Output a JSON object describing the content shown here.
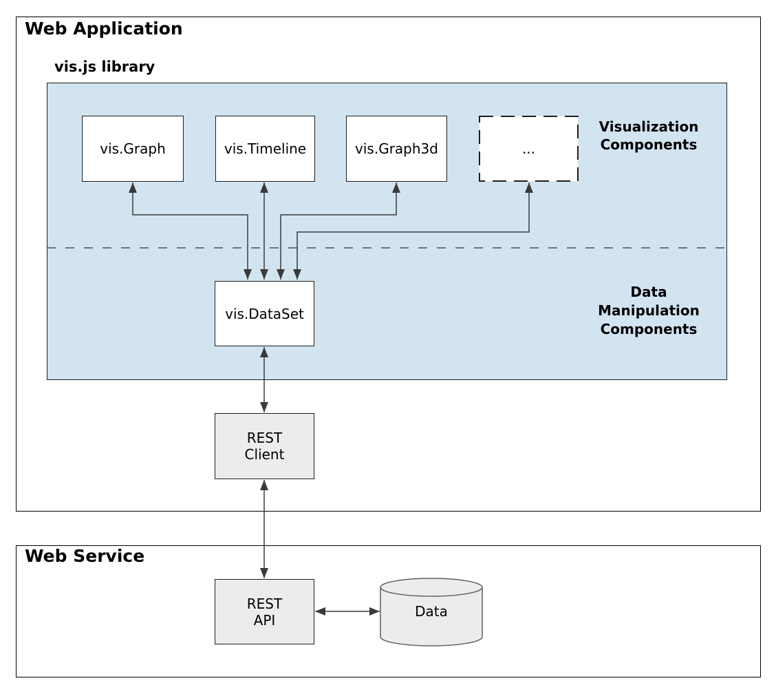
{
  "colors": {
    "panel-blue": "#d3e4f1",
    "box-gray": "#ececec",
    "box-white": "#ffffff",
    "line": "#3a3a3a",
    "border": "#1d1d1d",
    "text": "#000000"
  },
  "web_application": {
    "title": "Web Application",
    "visjs": {
      "title": "vis.js library",
      "component_boxes": {
        "graph": "vis.Graph",
        "timeline": "vis.Timeline",
        "graph3d": "vis.Graph3d",
        "more": "..."
      },
      "dataset_box": "vis.DataSet",
      "section_labels": {
        "visualization": [
          "Visualization",
          "Components"
        ],
        "data_manipulation": [
          "Data",
          "Manipulation",
          "Components"
        ]
      }
    },
    "rest_client": [
      "REST",
      "Client"
    ]
  },
  "web_service": {
    "title": "Web Service",
    "rest_api": [
      "REST",
      "API"
    ],
    "data_store": "Data"
  }
}
